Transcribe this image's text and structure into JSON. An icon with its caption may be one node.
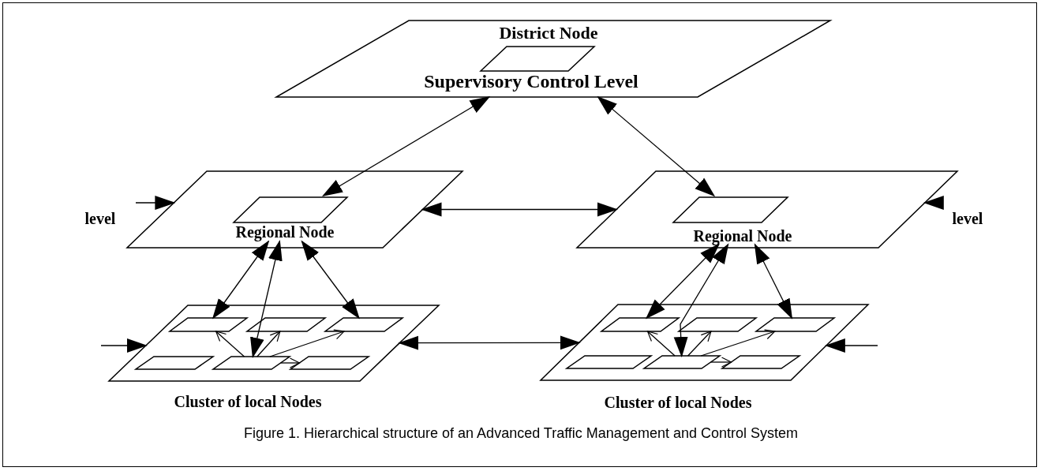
{
  "diagram": {
    "caption": "Figure 1.  Hierarchical structure of an Advanced Traffic Management and Control System",
    "nodes": [
      {
        "text": [
          "Supervisory Control Level"
        ]
      },
      {
        "text": [
          "District Node"
        ],
        "in": 0
      },
      {
        "text": [],
        "shape": "parallelogram"
      },
      {
        "text": [
          "Regional Node"
        ],
        "in": 2
      },
      {
        "text": [],
        "shape": "parallelogram"
      },
      {
        "text": [
          "Regional Node"
        ],
        "in": 4
      },
      {
        "text": [
          "Cluster of local Nodes"
        ]
      },
      {
        "text": [],
        "shape": "parallelogram",
        "in": 6
      },
      {
        "text": [],
        "shape": "parallelogram",
        "in": 6
      },
      {
        "text": [],
        "shape": "parallelogram",
        "in": 6
      },
      {
        "text": [],
        "shape": "parallelogram",
        "in": 6
      },
      {
        "text": [],
        "shape": "parallelogram",
        "in": 6
      },
      {
        "text": [],
        "shape": "parallelogram",
        "in": 6
      },
      {
        "text": [
          "Cluster of local Nodes"
        ]
      },
      {
        "text": [],
        "shape": "parallelogram",
        "in": 13
      },
      {
        "text": [],
        "shape": "parallelogram",
        "in": 13
      },
      {
        "text": [],
        "shape": "parallelogram",
        "in": 13
      },
      {
        "text": [],
        "shape": "parallelogram",
        "in": 13
      },
      {
        "text": [],
        "shape": "parallelogram",
        "in": 13
      },
      {
        "text": [],
        "shape": "parallelogram",
        "in": 13
      }
    ],
    "edges": [
      {
        "from": 0,
        "to": 3,
        "arrow": "both"
      },
      {
        "from": 0,
        "to": 5,
        "arrow": "both"
      },
      {
        "from": null,
        "to": 2,
        "arrow": "to"
      },
      {
        "from": 2,
        "to": 4,
        "arrow": "both"
      },
      {
        "from": null,
        "to": 4,
        "arrow": "to"
      },
      {
        "from": 3,
        "to": 7,
        "arrow": "both"
      },
      {
        "from": 3,
        "to": 11,
        "arrow": "both"
      },
      {
        "from": 3,
        "to": 9,
        "arrow": "both"
      },
      {
        "from": 5,
        "to": 14,
        "arrow": "both"
      },
      {
        "from": 5,
        "to": 18,
        "arrow": "both"
      },
      {
        "from": 5,
        "to": 16,
        "arrow": "both"
      },
      {
        "from": 11,
        "to": 7,
        "arrow": "to"
      },
      {
        "from": 11,
        "to": 8,
        "arrow": "to"
      },
      {
        "from": 11,
        "to": 9,
        "arrow": "to"
      },
      {
        "from": 11,
        "to": 12,
        "arrow": "to"
      },
      {
        "from": 18,
        "to": 14,
        "arrow": "to"
      },
      {
        "from": 18,
        "to": 15,
        "arrow": "to"
      },
      {
        "from": 18,
        "to": 16,
        "arrow": "to"
      },
      {
        "from": 18,
        "to": 19,
        "arrow": "to"
      },
      {
        "from": null,
        "to": 6,
        "arrow": "to"
      },
      {
        "from": 6,
        "to": 13,
        "arrow": "both"
      },
      {
        "from": null,
        "to": 13,
        "arrow": "to"
      }
    ],
    "labels": [
      "level",
      "level"
    ]
  }
}
